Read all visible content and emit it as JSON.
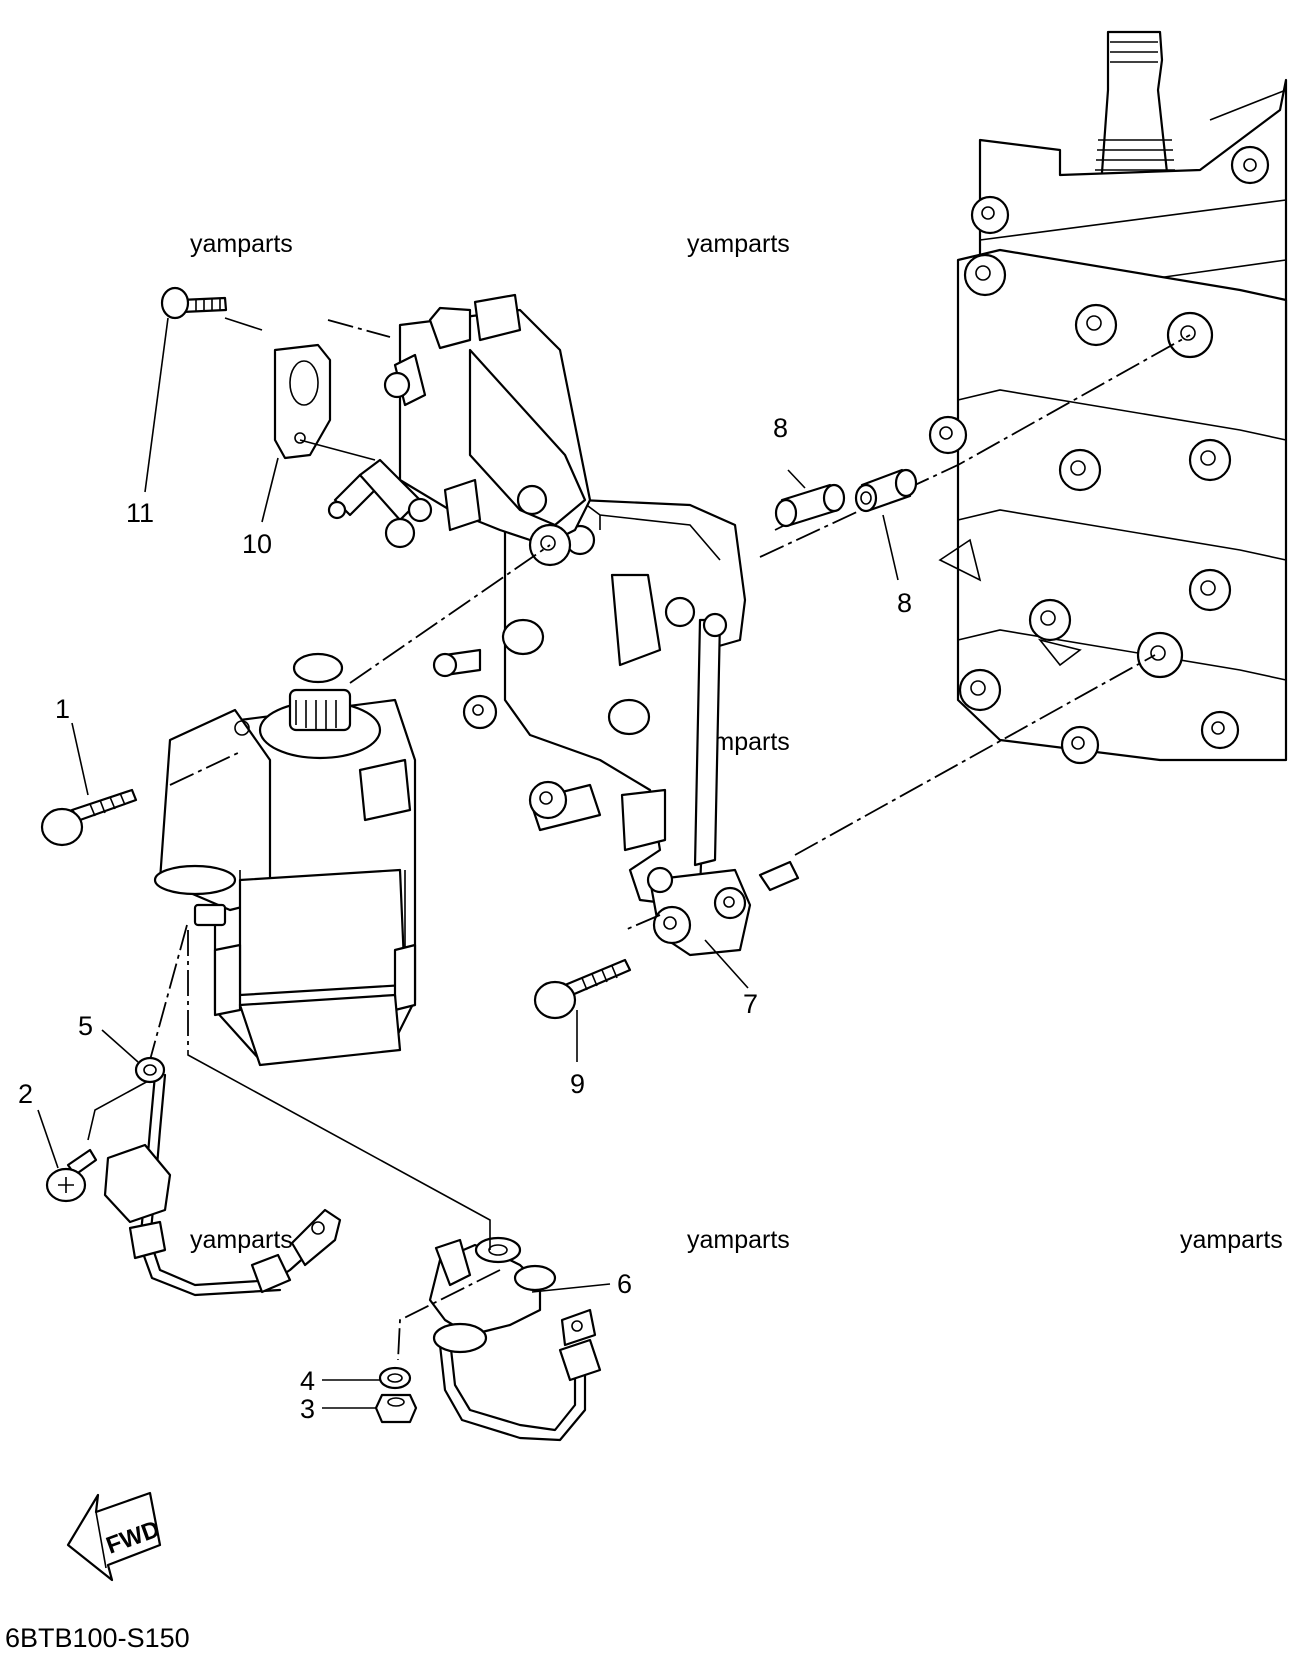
{
  "callouts": [
    {
      "id": "1",
      "text": "1"
    },
    {
      "id": "2",
      "text": "2"
    },
    {
      "id": "3",
      "text": "3"
    },
    {
      "id": "4",
      "text": "4"
    },
    {
      "id": "5",
      "text": "5"
    },
    {
      "id": "6",
      "text": "6"
    },
    {
      "id": "7",
      "text": "7"
    },
    {
      "id": "8a",
      "text": "8"
    },
    {
      "id": "8b",
      "text": "8"
    },
    {
      "id": "9",
      "text": "9"
    },
    {
      "id": "10",
      "text": "10"
    },
    {
      "id": "11",
      "text": "11"
    }
  ],
  "watermark": "yamparts",
  "arrow_label": "FWD",
  "diagram_code": "6BTB100-S150"
}
